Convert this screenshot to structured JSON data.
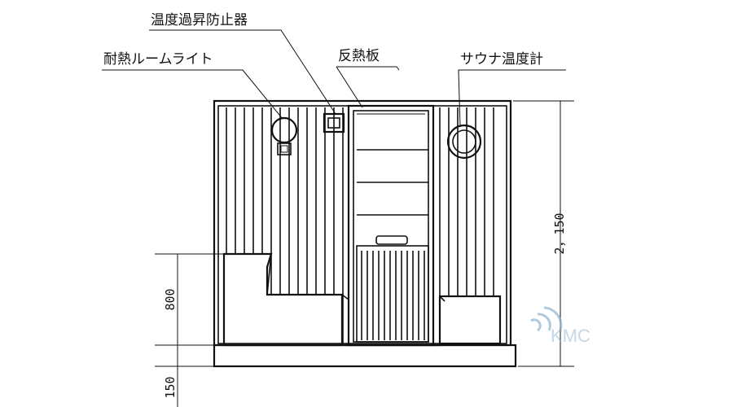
{
  "labels": {
    "temp_limiter": "温度過昇防止器",
    "heat_light": "耐熱ルームライト",
    "reflector": "反熱板",
    "thermometer": "サウナ温度計"
  },
  "dimensions": {
    "total_height": "2，150",
    "bench_height": "800",
    "base_height": "150"
  },
  "watermark": {
    "text": "KMC",
    "color": "#8fb4cc"
  }
}
